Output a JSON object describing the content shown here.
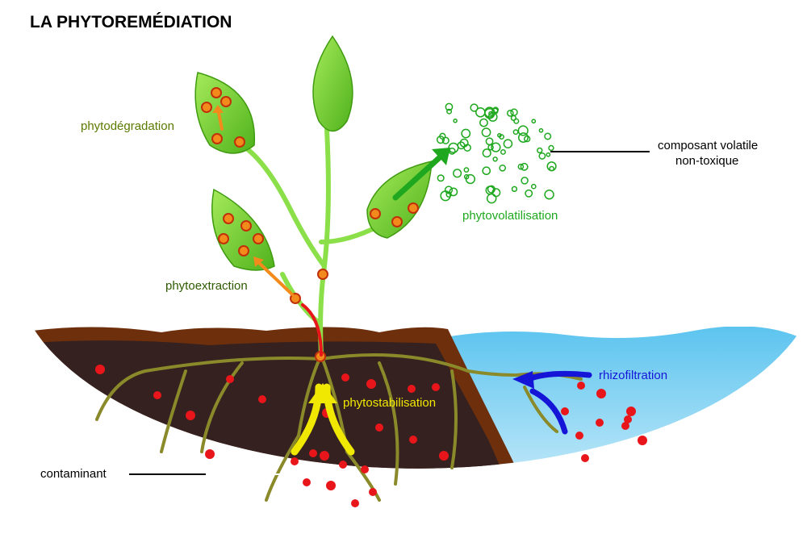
{
  "title": "LA PHYTOREMÉDIATION",
  "labels": {
    "phytodegradation": "phytodégradation",
    "phytoextraction": "phytoextraction",
    "phytovolatilisation": "phytovolatilisation",
    "volatile_line1": "composant volatile",
    "volatile_line2": "non-toxique",
    "rhizofiltration": "rhizofiltration",
    "phytostabilisation": "phytostabilisation",
    "contaminant": "contaminant"
  },
  "colors": {
    "soil": "#35211f",
    "crust": "#6e2f0c",
    "water": "#7fd0f0",
    "leaf": "#7ad12a",
    "stem": "#8be04a",
    "root": "#8a8a2a",
    "contaminant": "#e8161a",
    "degradation": "#5a7a00",
    "extraction": "#2f5a00",
    "volatilisation": "#1fa81f",
    "rhizofiltration": "#1515d8",
    "stabilisation": "#f0e800"
  }
}
